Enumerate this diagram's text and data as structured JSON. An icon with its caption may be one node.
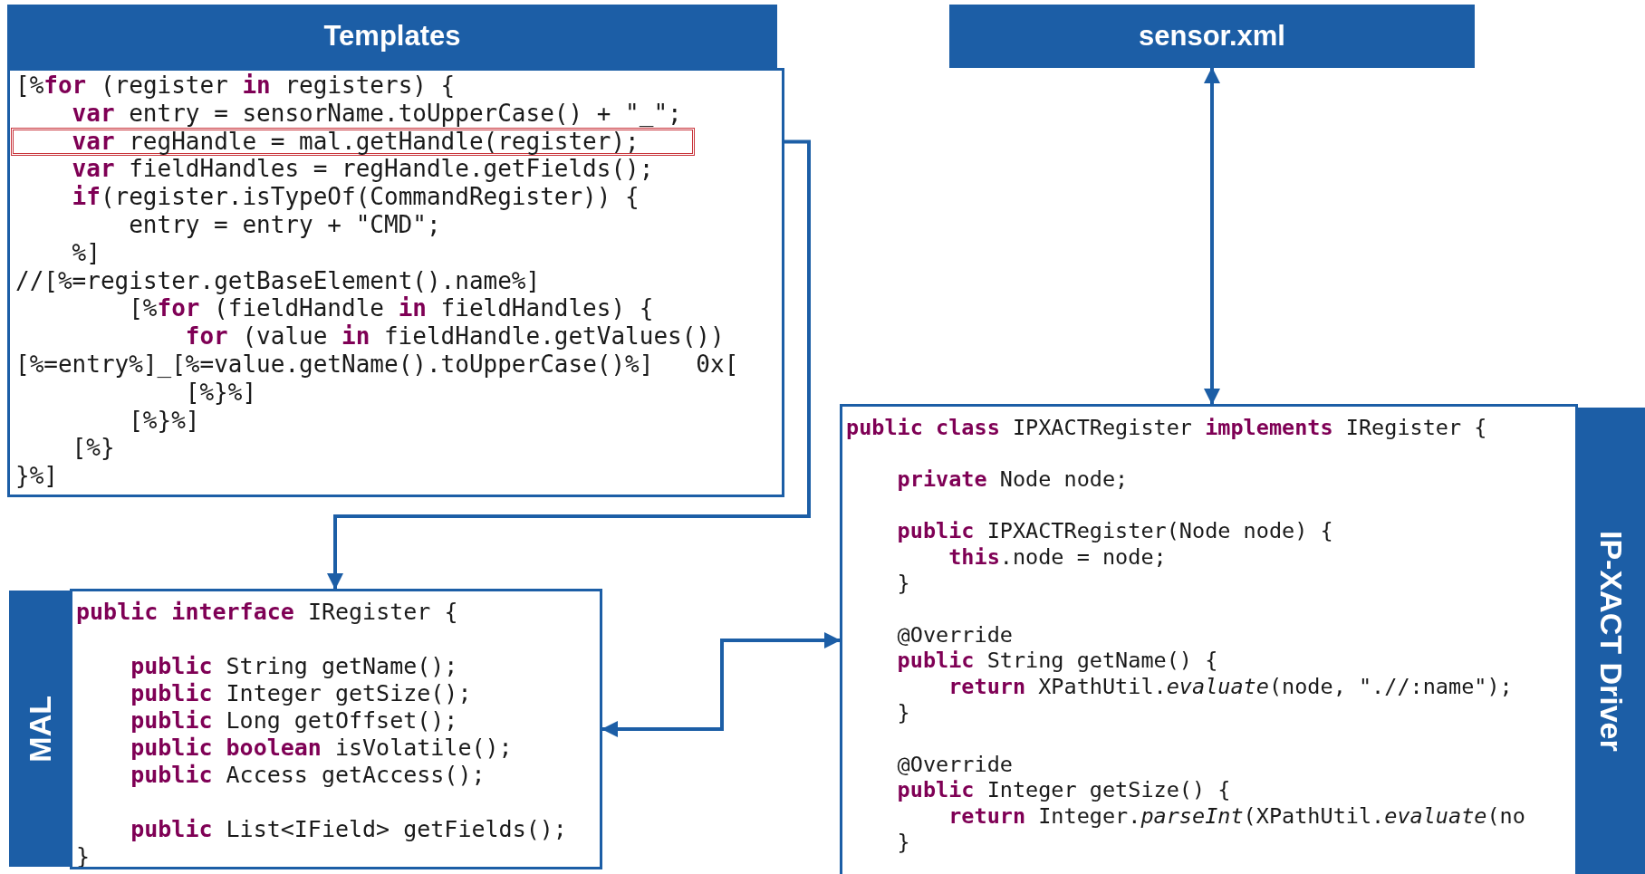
{
  "diagram": {
    "nodes": [
      {
        "text": [
          "Templates"
        ]
      },
      {
        "text": [
          "[%**for** (register **in** registers) {",
          "**var** entry = sensorName.toUpperCase() + \"_\";",
          "**var** fieldHandles = regHandle.getFields();",
          "**if**(register.isTypeOf(CommandRegister)) {",
          "entry = entry + \"CMD\";",
          "%]",
          "//[%=register.getBaseElement().name%]",
          "[%**for** (fieldHandle **in** fieldHandles) {",
          "**for** (value **in** fieldHandle.getValues())",
          "[%=entry%]_[%=value.getName().toUpperCase()%]   0x[",
          "[%}%]",
          "[%}%]",
          "[%}",
          "}%]"
        ]
      },
      {
        "text": [
          "**var** regHandle = mal.getHandle(register);"
        ],
        "in": 1
      },
      {
        "text": [
          "sensor.xml"
        ]
      },
      {
        "text": [
          "MAL"
        ]
      },
      {
        "text": [
          "**public interface** IRegister {",
          "**public** String getName();",
          "**public** Integer getSize();",
          "**public** Long getOffset();",
          "**public boolean** isVolatile();",
          "**public** Access getAccess();",
          "**public** List<IField> getFields();",
          "}"
        ]
      },
      {
        "text": [
          "**public class** IPXACTRegister **implements** IRegister {",
          "**private** Node node;",
          "**public** IPXACTRegister(Node node) {",
          "**this**.node = node;",
          "}",
          "@Override",
          "**public** String getName() {",
          "**return** XPathUtil.*evaluate*(node, \".//:name\");",
          "}",
          "@Override",
          "**public** Integer getSize() {",
          "**return** Integer.*parseInt*(XPathUtil.*evaluate*(no",
          "}"
        ]
      },
      {
        "text": [
          "IP-XACT Driver"
        ]
      }
    ],
    "edges": [
      {
        "from": 2,
        "to": 5,
        "arrow": "both"
      },
      {
        "from": 3,
        "to": 6,
        "arrow": "both"
      },
      {
        "from": 5,
        "to": 6,
        "arrow": "both"
      }
    ]
  }
}
